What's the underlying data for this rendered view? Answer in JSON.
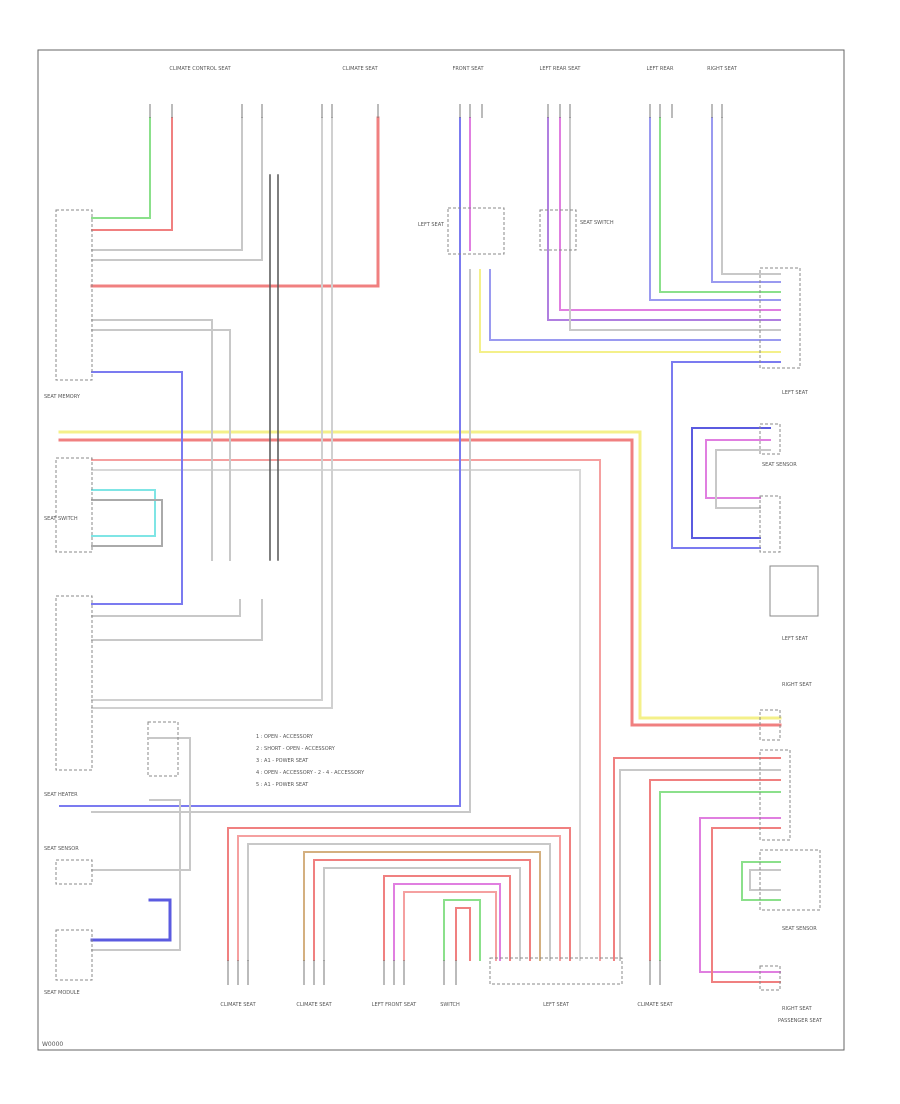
{
  "diagram": {
    "footer_code": "W0000",
    "legend": [
      "1 : OPEN - ACCESSORY",
      "2 : SHORT - OPEN - ACCESSORY",
      "3 : A1 - POWER SEAT",
      "4 : OPEN - ACCESSORY - 2 - 4 - ACCESSORY",
      "5 : A1 - POWER SEAT"
    ],
    "top_components": [
      "CLIMATE CONTROL SEAT",
      "CLIMATE SEAT",
      "FRONT SEAT",
      "LEFT REAR SEAT",
      "LEFT REAR",
      "RIGHT SEAT"
    ],
    "right_components": [
      "LEFT SEAT",
      "SEAT SENSOR",
      "LEFT SEAT",
      "RIGHT SEAT",
      "SEAT SENSOR",
      "RIGHT SEAT"
    ],
    "bottom_components": [
      "CLIMATE SEAT",
      "CLIMATE SEAT",
      "LEFT FRONT SEAT",
      "SWITCH",
      "LEFT SEAT",
      "CLIMATE SEAT",
      "PASSENGER SEAT"
    ],
    "left_components": [
      "SEAT MEMORY",
      "SEAT SWITCH",
      "SEAT HEATER",
      "SEAT SENSOR",
      "SEAT MODULE"
    ],
    "mid_components": [
      "LEFT SEAT",
      "SEAT SWITCH"
    ]
  }
}
